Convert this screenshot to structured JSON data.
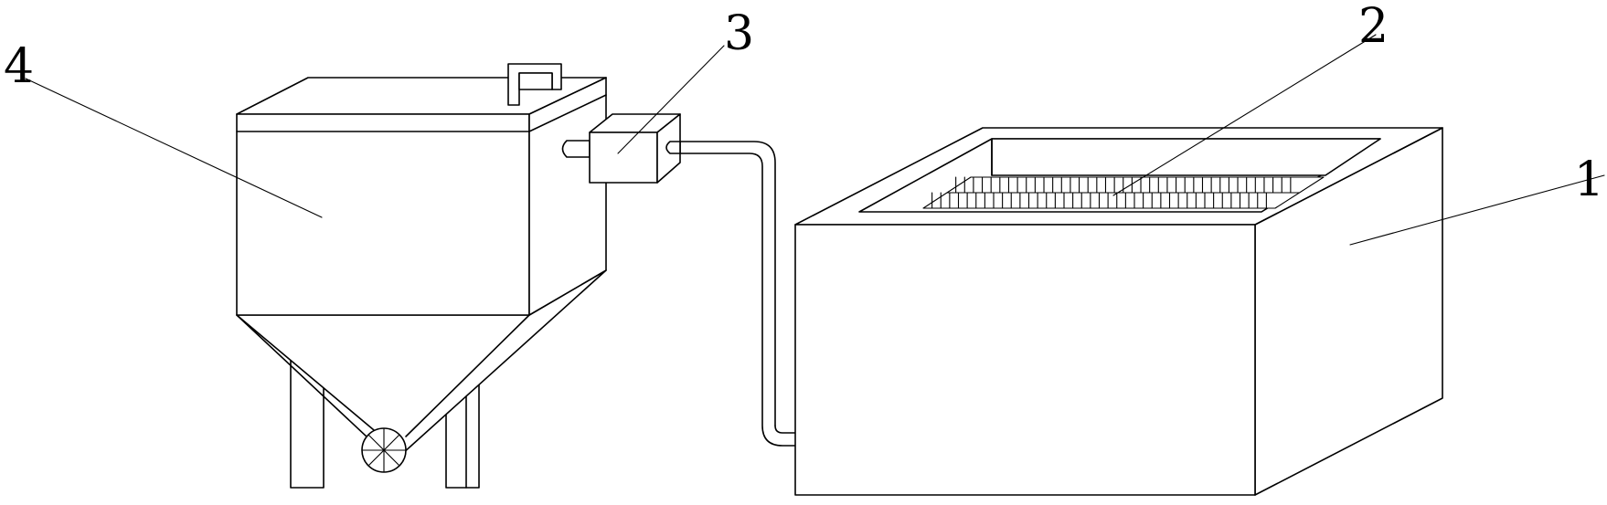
{
  "labels": {
    "part_1": "1",
    "part_2": "2",
    "part_3": "3",
    "part_4": "4"
  },
  "colors": {
    "stroke": "#000000",
    "background": "#ffffff"
  },
  "grid": {
    "cols": 40,
    "rows": 2
  }
}
